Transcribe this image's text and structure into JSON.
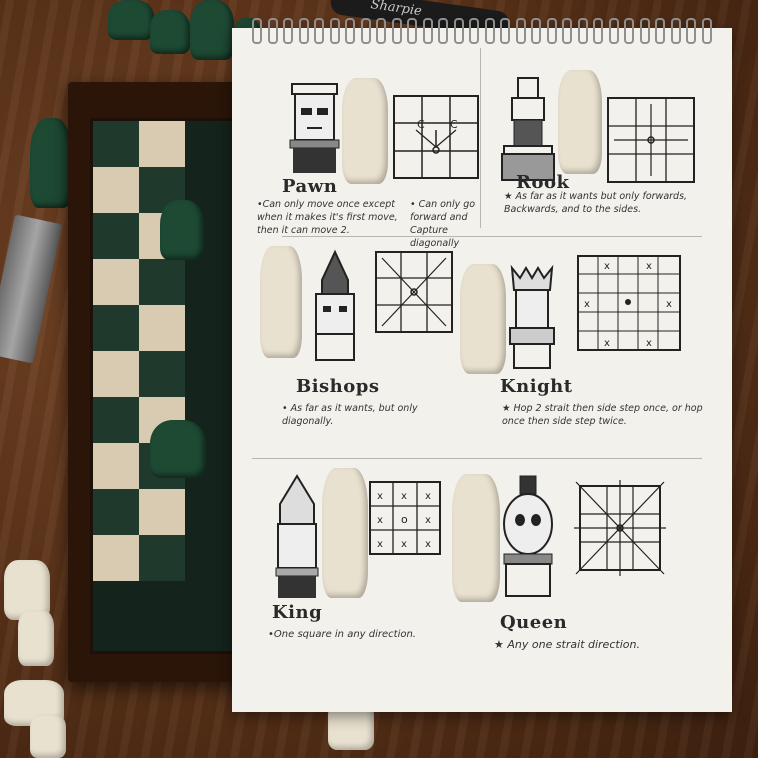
{
  "notebook": {
    "sections": {
      "pawn": {
        "title": "Pawn",
        "note1": "•Can only move once except when it makes it's first move, then it can move 2.",
        "note2": "• Can only go forward and Capture diagonally",
        "grid_letters": [
          "C",
          "C"
        ]
      },
      "rook": {
        "title": "Rook",
        "note": "★ As far as it wants but only forwards, Backwards, and to the sides."
      },
      "bishops": {
        "title": "Bishops",
        "note": "• As far as it wants, but only diagonally."
      },
      "knight": {
        "title": "Knight",
        "note": "★ Hop 2 strait then side step once, or hop once then side step twice."
      },
      "king": {
        "title": "King",
        "note": "•One square in any direction."
      },
      "queen": {
        "title": "Queen",
        "note": "★ Any one strait direction."
      }
    }
  },
  "marker": {
    "label": "Sharpie"
  },
  "colors": {
    "wood": "#5a3218",
    "paper": "#f3f1ec",
    "ink": "#262626",
    "board_light": "#d8cbb2",
    "board_dark": "#1f3a2c",
    "piece_green": "#1e4a34",
    "piece_cream": "#e9e1cf"
  }
}
